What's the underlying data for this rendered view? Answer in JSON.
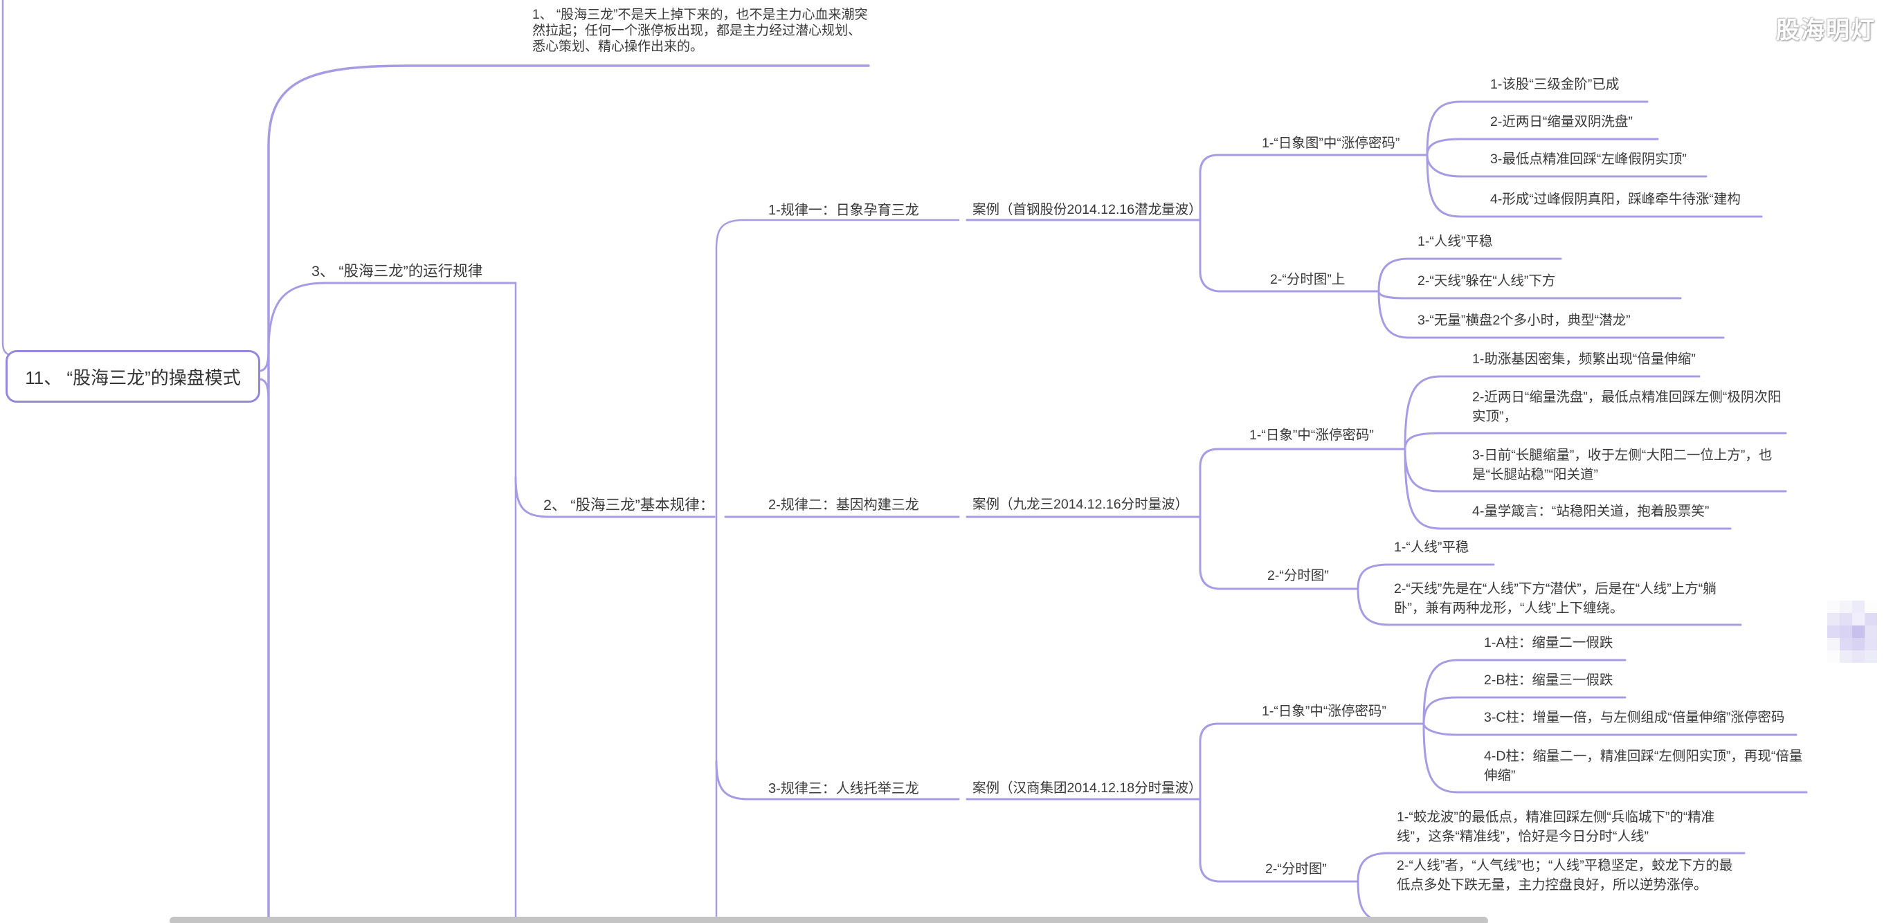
{
  "watermark": "股海明灯",
  "root": "11、 “股海三龙”的操盘模式",
  "intro": "1、 “股海三龙”不是天上掉下来的，也不是主力心血来潮突然拉起；任何一个涨停板出现，都是主力经过潜心规划、悉心策划、精心操作出来的。",
  "node3": "3、 “股海三龙”的运行规律",
  "node2": "2、 “股海三龙”基本规律：",
  "rules": [
    {
      "name": "1-规律一：日象孕育三龙",
      "case": "案例（首钢股份2014.12.16潜龙量波）",
      "groups": [
        {
          "title": "1-“日象图”中“涨停密码”",
          "items": [
            "1-该股“三级金阶”已成",
            "2-近两日“缩量双阴洗盘”",
            "3-最低点精准回踩“左峰假阴实顶”",
            "4-形成“过峰假阴真阳，踩峰牵牛待涨“建构"
          ]
        },
        {
          "title": "2-“分时图”上",
          "items": [
            "1-“人线”平稳",
            "2-“天线”躲在“人线”下方",
            "3-“无量”横盘2个多小时，典型“潜龙”"
          ]
        }
      ]
    },
    {
      "name": "2-规律二：基因构建三龙",
      "case": "案例（九龙三2014.12.16分时量波）",
      "groups": [
        {
          "title": "1-“日象”中“涨停密码”",
          "items": [
            "1-助涨基因密集，频繁出现“倍量伸缩”",
            "2-近两日“缩量洗盘”，最低点精准回踩左侧“极阴次阳实顶”，",
            "3-日前“长腿缩量”，收于左侧“大阳二一位上方”，也是“长腿站稳”“阳关道”",
            "4-量学箴言：“站稳阳关道，抱着股票笑”"
          ]
        },
        {
          "title": "2-“分时图”",
          "items": [
            "1-“人线”平稳",
            "2-“天线”先是在“人线”下方“潜伏”，后是在“人线”上方“躺卧”，兼有两种龙形，“人线”上下缠绕。"
          ]
        }
      ]
    },
    {
      "name": "3-规律三：人线托举三龙",
      "case": "案例（汉商集团2014.12.18分时量波）",
      "groups": [
        {
          "title": "1-“日象”中“涨停密码”",
          "items": [
            "1-A柱：缩量二一假跌",
            "2-B柱：缩量三一假跌",
            "3-C柱：增量一倍，与左侧组成“倍量伸缩”涨停密码",
            "4-D柱：缩量二一，精准回踩“左侧阳实顶”，再现“倍量伸缩”"
          ]
        },
        {
          "title": "2-“分时图”",
          "items": [
            "1-“蛟龙波”的最低点，精准回踩左侧“兵临城下”的“精准线”，这条“精准线”，恰好是今日分时“人线”",
            "2-“人线”者，“人气线”也；“人线”平稳坚定，蛟龙下方的最低点多处下跌无量，主力控盘良好，所以逆势涨停。"
          ]
        }
      ]
    }
  ],
  "colors": {
    "line": "#a79ce4",
    "box_border": "#9488dd",
    "text": "#3a3a3a",
    "scrollbar": "#c4c4c4"
  }
}
